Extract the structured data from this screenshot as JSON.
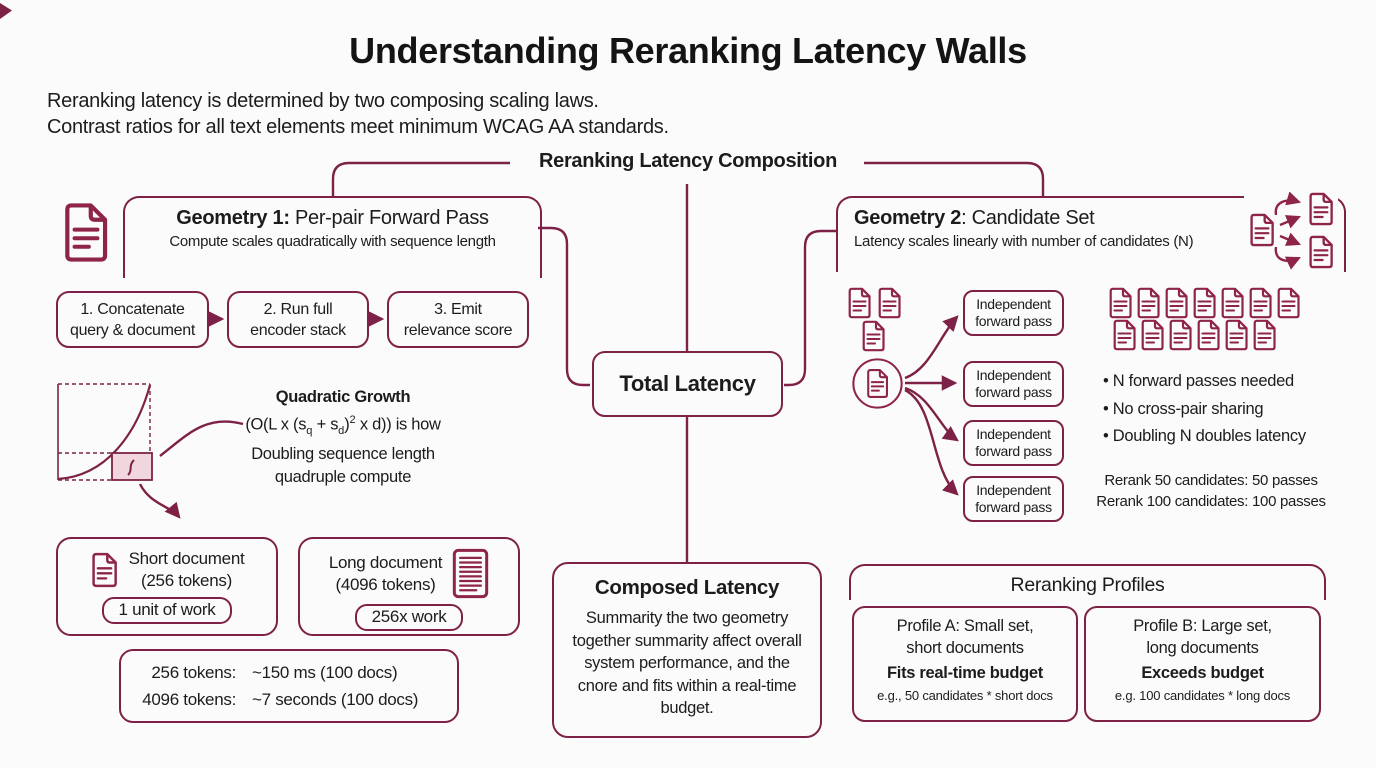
{
  "title": "Understanding Reranking Latency Walls",
  "subtitle": {
    "line1": "Reranking latency is determined by two composing scaling laws.",
    "line2": "Contrast ratios for all text elements meet minimum WCAG AA standards."
  },
  "composition_label": "Reranking Latency Composition",
  "colors": {
    "accent": "#7d2246",
    "icon_stroke": "#8e2549",
    "pink_fill": "#f1d6dd",
    "text": "#1c1c1c",
    "background": "#fcfbfb"
  },
  "geometry1": {
    "title_bold": "Geometry 1:",
    "title_rest": " Per-pair Forward Pass",
    "subtitle": "Compute scales quadratically with sequence length",
    "steps": [
      {
        "line1": "1. Concatenate",
        "line2": "query & document"
      },
      {
        "line1": "2. Run full",
        "line2": "encoder stack"
      },
      {
        "line1": "3. Emit",
        "line2": "relevance score"
      }
    ],
    "quadratic": {
      "title": "Quadratic Growth",
      "formula_p1": "(O(L x (s",
      "formula_sub1": "q",
      "formula_p2": " + s",
      "formula_sub2": "d",
      "formula_p3": ")",
      "formula_sup": "2",
      "formula_p4": " x d)) is how",
      "line3": "Doubling sequence length",
      "line4": "quadruple compute"
    },
    "short_doc": {
      "title": "Short document",
      "tokens": "(256 tokens)",
      "badge": "1 unit of work"
    },
    "long_doc": {
      "title": "Long document",
      "tokens": "(4096 tokens)",
      "badge": "256x work"
    },
    "timing": {
      "row1_label": "256 tokens:",
      "row1_value": "~150 ms (100 docs)",
      "row2_label": "4096 tokens:",
      "row2_value": "~7 seconds (100 docs)"
    }
  },
  "total_latency_label": "Total Latency",
  "geometry2": {
    "title_bold": "Geometry 2",
    "title_rest": ": Candidate Set",
    "subtitle": "Latency scales linearly with number of candidates (N)",
    "pass_line1": "Independent",
    "pass_line2": "forward pass",
    "bullets": [
      "• N forward passes needed",
      "• No cross-pair sharing",
      "• Doubling N doubles latency"
    ],
    "rerank_line1": "Rerank 50 candidates: 50 passes",
    "rerank_line2": "Rerank 100 candidates: 100 passes"
  },
  "composed": {
    "title": "Composed Latency",
    "body": "Summarity the two geometry together summarity affect overall system performance, and the cnore and fits within a real-time budget."
  },
  "profiles": {
    "title": "Reranking Profiles",
    "profile_a": {
      "line1": "Profile A: Small set,",
      "line2": "short documents",
      "verdict": "Fits real-time budget",
      "example": "e.g., 50 candidates * short docs"
    },
    "profile_b": {
      "line1": "Profile B: Large set,",
      "line2": "long documents",
      "verdict": "Exceeds budget",
      "example": "e.g. 100 candidates * long docs"
    }
  }
}
